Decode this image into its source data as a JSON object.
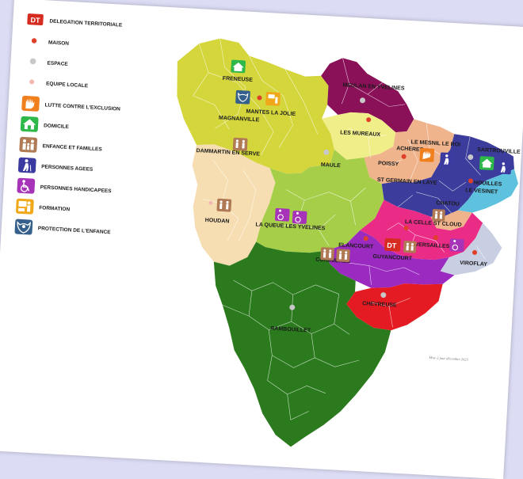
{
  "legend": {
    "items": [
      {
        "icon": "dt-badge",
        "label": "DELEGATION TERRITORIALE",
        "color": "#d62b20",
        "badge": "DT"
      },
      {
        "icon": "maison-dot-icon",
        "label": "MAISON",
        "color": "#e0402a"
      },
      {
        "icon": "espace-dot-icon",
        "label": "ESPACE",
        "color": "#c8c8c8"
      },
      {
        "icon": "equipe-locale-dot-icon",
        "label": "EQUIPE LOCALE",
        "color": "#f3b6b0"
      },
      {
        "icon": "hand-icon",
        "label": "LUTTE CONTRE L'EXCLUSION",
        "color": "#f07f1e"
      },
      {
        "icon": "house-icon",
        "label": "DOMICILE",
        "color": "#2eb84a"
      },
      {
        "icon": "family-icon",
        "label": "ENFANCE ET FAMILLES",
        "color": "#b07a55"
      },
      {
        "icon": "elderly-icon",
        "label": "PERSONNES AGEES",
        "color": "#3a3aa0"
      },
      {
        "icon": "wheelchair-icon",
        "label": "PERSONNES HANDICAPEES",
        "color": "#a733b8"
      },
      {
        "icon": "formation-icon",
        "label": "FORMATION",
        "color": "#f0a818"
      },
      {
        "icon": "protection-icon",
        "label": "PROTECTION DE L'ENFANCE",
        "color": "#35608c"
      }
    ]
  },
  "territories": [
    {
      "name": "FRENEUSE",
      "color": "#d4d63b"
    },
    {
      "name": "MANTES LA JOLIE",
      "color": "#d4d63b"
    },
    {
      "name": "MAGNANVILLE",
      "color": "#d4d63b"
    },
    {
      "name": "MEULAN EN YVELINES",
      "color": "#8a1057"
    },
    {
      "name": "LES MUREAUX",
      "color": "#f0ee88"
    },
    {
      "name": "ACHERES",
      "color": "#f0b48c"
    },
    {
      "name": "POISSY",
      "color": "#f0b48c"
    },
    {
      "name": "LE MESNIL LE ROI",
      "color": "#3c3c9c"
    },
    {
      "name": "SARTROUVILLE",
      "color": "#3c3c9c"
    },
    {
      "name": "ST GERMAIN EN LAYE",
      "color": "#3c3c9c"
    },
    {
      "name": "HOUILLES",
      "color": "#5ec2df"
    },
    {
      "name": "LE VESINET",
      "color": "#5ec2df"
    },
    {
      "name": "CHATOU",
      "color": "#5ec2df"
    },
    {
      "name": "MAULE",
      "color": "#a6ce48"
    },
    {
      "name": "DAMMARTIN EN SERVE",
      "color": "#f6deb2"
    },
    {
      "name": "HOUDAN",
      "color": "#f6deb2"
    },
    {
      "name": "LA QUEUE LES YVELINES",
      "color": "#a6ce48"
    },
    {
      "name": "LA CELLE ST CLOUD",
      "color": "#ea2c86"
    },
    {
      "name": "VERSAILLES",
      "color": "#ea2c86"
    },
    {
      "name": "VIROFLAY",
      "color": "#c8cfe2"
    },
    {
      "name": "ELANCOURT",
      "color": "#9a2ac0"
    },
    {
      "name": "GUYANCOURT",
      "color": "#9a2ac0"
    },
    {
      "name": "COIGNIERES",
      "color": "#9a2ac0"
    },
    {
      "name": "CHEVREUSE",
      "color": "#e51b23"
    },
    {
      "name": "RAMBOUILLET",
      "color": "#2c7a1e"
    }
  ],
  "dt_badge": "DT",
  "footnote": "Mise à jour décembre 2023"
}
